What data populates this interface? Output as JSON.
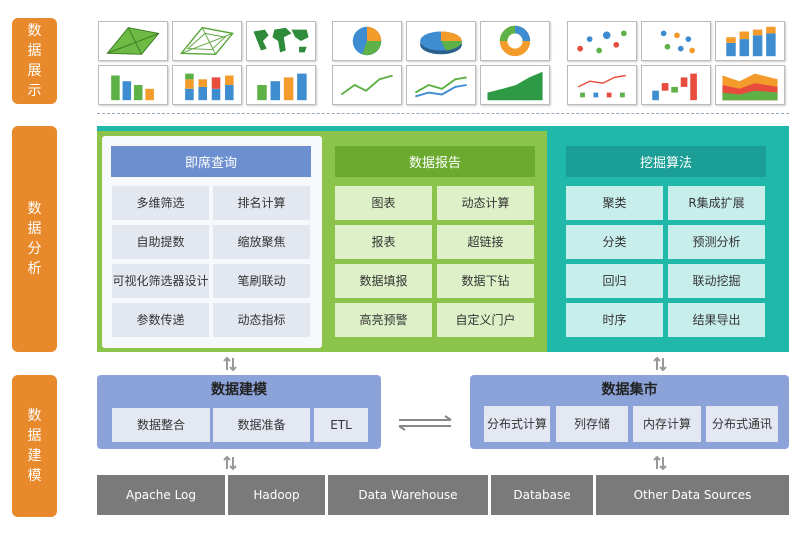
{
  "side_labels": [
    "数据展示",
    "数据分析",
    "数据建模"
  ],
  "thumbnails": [
    "radar-chart-icon",
    "radar-outline-icon",
    "world-map-icon",
    "pie-chart-icon",
    "donut-3d-icon",
    "ring-chart-icon",
    "dot-scatter-icon",
    "bubble-scatter-icon",
    "stacked-3d-bar-icon",
    "bar-chart-icon",
    "stacked-bar-icon",
    "bar-3d-icon",
    "line-chart-icon",
    "multi-line-icon",
    "area-chart-icon",
    "dot-line-icon",
    "waterfall-icon",
    "stacked-area-icon"
  ],
  "query": {
    "title": "即席查询",
    "items": [
      "多维筛选",
      "排名计算",
      "自助提数",
      "缩放聚焦",
      "可视化筛选器设计",
      "笔刷联动",
      "参数传递",
      "动态指标"
    ]
  },
  "report": {
    "title": "数据报告",
    "items": [
      "图表",
      "动态计算",
      "报表",
      "超链接",
      "数据填报",
      "数据下钻",
      "高亮预警",
      "自定义门户"
    ]
  },
  "mining": {
    "title": "挖掘算法",
    "items": [
      "聚类",
      "R集成扩展",
      "分类",
      "预测分析",
      "回归",
      "联动挖掘",
      "时序",
      "结果导出"
    ]
  },
  "modeling": {
    "title": "数据建模",
    "items": [
      "数据整合",
      "数据准备",
      "ETL"
    ]
  },
  "mart": {
    "title": "数据集市",
    "items": [
      "分布式计算",
      "列存储",
      "内存计算",
      "分布式通讯"
    ]
  },
  "sources": [
    "Apache Log",
    "Hadoop",
    "Data Warehouse",
    "Database",
    "Other Data Sources"
  ],
  "colors": {
    "side": "#E8892B",
    "query_head": "#6C8FCF",
    "report_panel": "#8CC34B",
    "report_head": "#6BAA2F",
    "mining_panel": "#1FB5AA",
    "mining_head": "#1A9E95",
    "model_box": "#8BA3D9",
    "source": "#7A7A7A"
  }
}
